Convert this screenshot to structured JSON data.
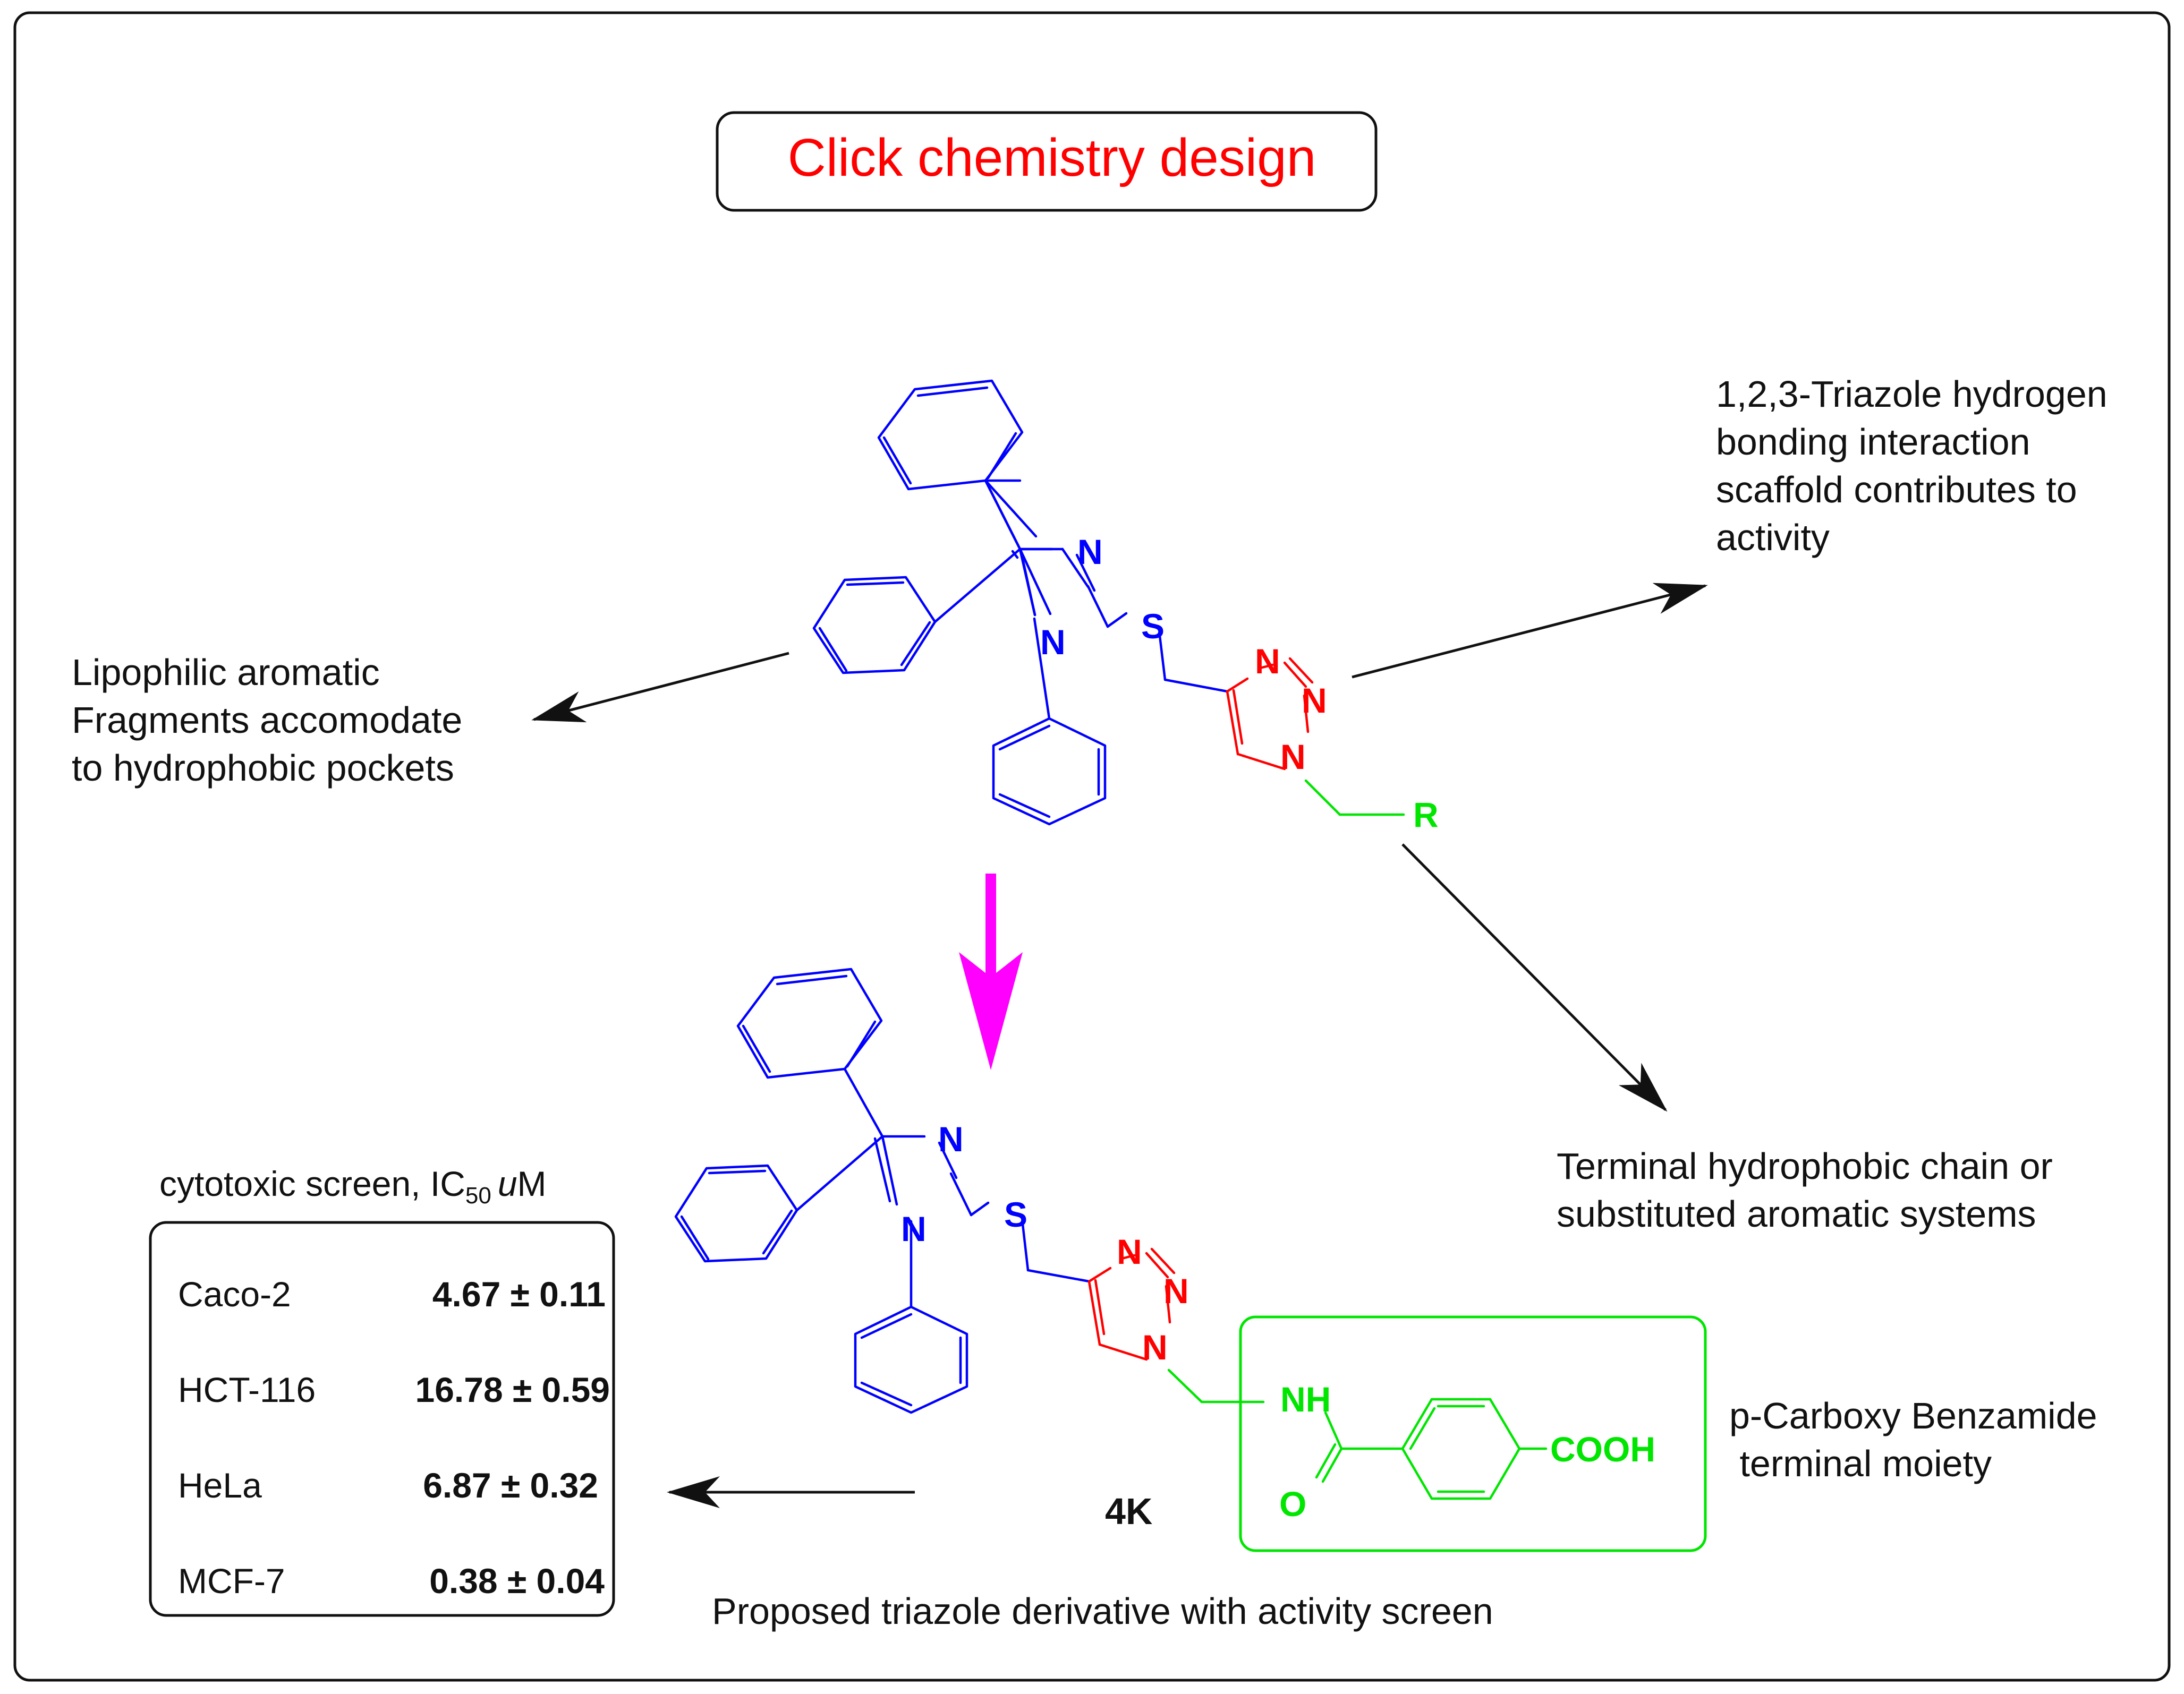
{
  "title": "Click chemistry design",
  "colors": {
    "title": "#ff0000",
    "scaffold": "#0000ff",
    "triazole": "#ff0000",
    "terminal": "#00e600",
    "design_arrow": "#ff00ff",
    "frame": "#111111"
  },
  "annotations": {
    "lipophilic": [
      "Lipophilic aromatic",
      "Fragments accomodate",
      "to hydrophobic pockets"
    ],
    "triazole": [
      "1,2,3-Triazole hydrogen",
      "bonding interaction",
      "scaffold contributes to",
      "activity"
    ],
    "terminal": [
      "Terminal hydrophobic chain or",
      "substituted aromatic systems"
    ],
    "benzamide": [
      "p-Carboxy Benzamide",
      " terminal moiety"
    ],
    "proposed": "Proposed triazole derivative with activity screen",
    "compound_label": "4K"
  },
  "atoms": {
    "N": "N",
    "S": "S",
    "R": "R",
    "NH": "NH",
    "O": "O",
    "COOH": "COOH"
  },
  "screen": {
    "caption_pre": "cytotoxic screen, IC",
    "caption_sub": "50",
    "caption_unit": "u",
    "caption_post": "M",
    "rows": [
      {
        "cell_line": "Caco-2",
        "value": "4.67 ± 0.11"
      },
      {
        "cell_line": "HCT-116",
        "value": "16.78 ± 0.59"
      },
      {
        "cell_line": "HeLa",
        "value": "6.87 ± 0.32"
      },
      {
        "cell_line": "MCF-7",
        "value": "0.38 ± 0.04"
      }
    ]
  }
}
